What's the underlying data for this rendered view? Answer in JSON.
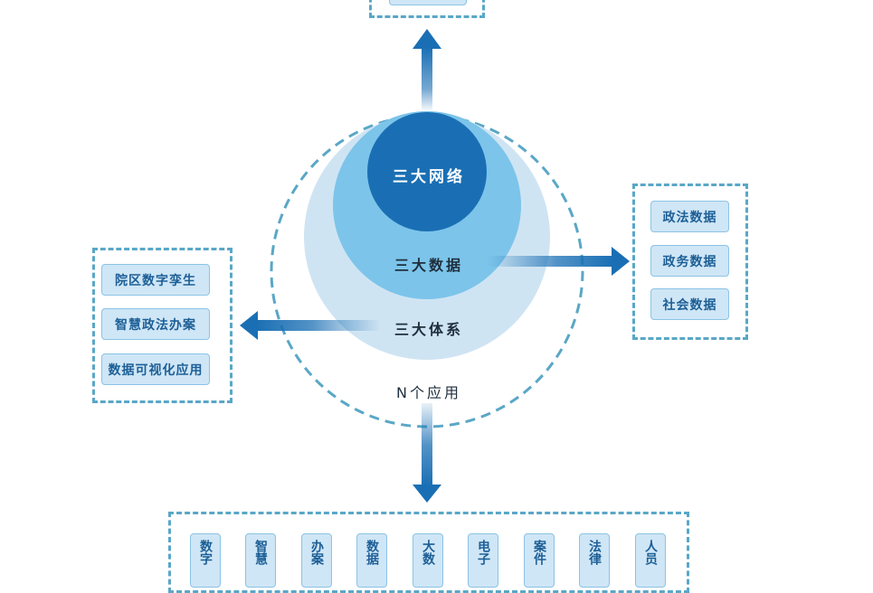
{
  "core": {
    "network": "三大网络",
    "data": "三大数据",
    "system": "三大体系",
    "apps": "N个应用"
  },
  "right_box": {
    "items": [
      "政法数据",
      "政务数据",
      "社会数据"
    ]
  },
  "left_box": {
    "items": [
      "院区数字孪生",
      "智慧政法办案",
      "数据可视化应用"
    ]
  },
  "bottom_box": {
    "items": [
      "数字",
      "智慧",
      "办案",
      "数据",
      "大数",
      "电子",
      "案件",
      "法律",
      "人员"
    ]
  },
  "colors": {
    "dark_blue": "#1a6fb4",
    "mid_blue": "#7cc4ea",
    "light_blue": "#cfe4f3",
    "dash": "#5aa7c6",
    "arrow": "#1a6fb4"
  }
}
